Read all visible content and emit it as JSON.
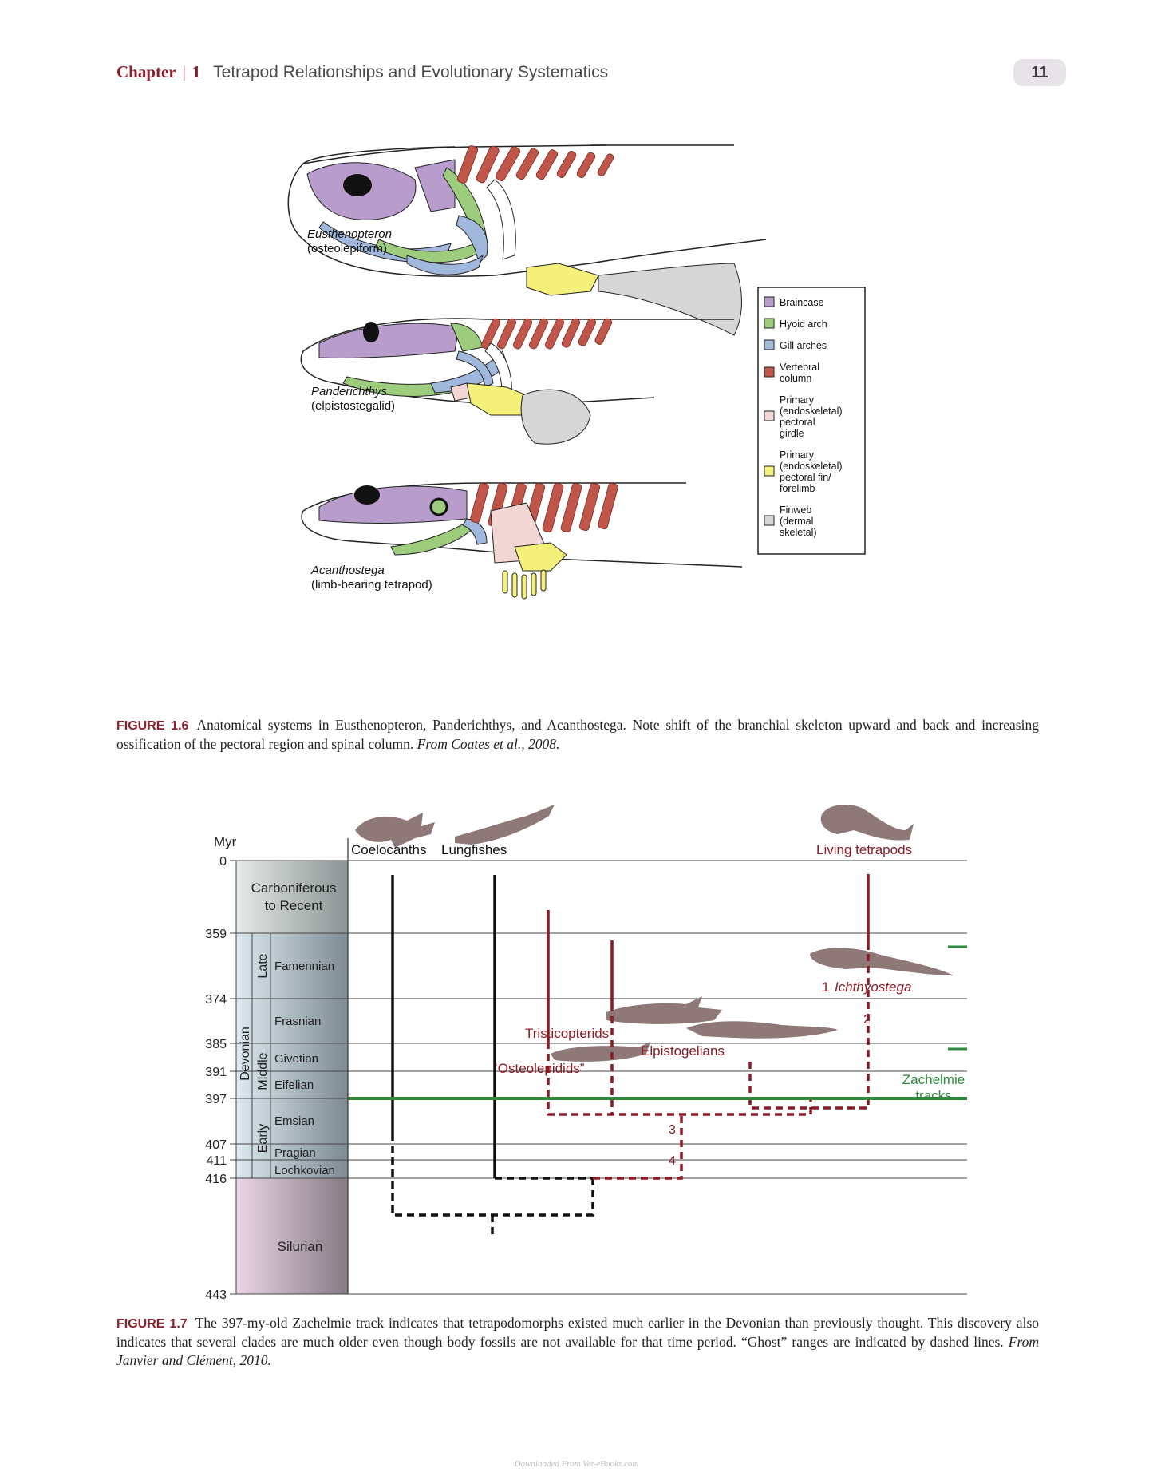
{
  "header": {
    "chapter_label": "Chapter",
    "chapter_number": "1",
    "title": "Tetrapod Relationships and Evolutionary Systematics",
    "page_number": "11"
  },
  "figure_1_6": {
    "specimens": [
      {
        "name": "Eusthenopteron",
        "group": "(osteolepiform)"
      },
      {
        "name": "Panderichthys",
        "group": "(elpistostegalid)"
      },
      {
        "name": "Acanthostega",
        "group": "(limb-bearing tetrapod)"
      }
    ],
    "legend": [
      {
        "lines": [
          "Braincase"
        ],
        "color": "#b79ccc"
      },
      {
        "lines": [
          "Hyoid arch"
        ],
        "color": "#9ccc7c"
      },
      {
        "lines": [
          "Gill arches"
        ],
        "color": "#9fb8dc"
      },
      {
        "lines": [
          "Vertebral",
          "column"
        ],
        "color": "#c0564a"
      },
      {
        "lines": [
          "Primary",
          "(endoskeletal)",
          "pectoral",
          "girdle"
        ],
        "color": "#f1d6d4"
      },
      {
        "lines": [
          "Primary",
          "(endoskeletal)",
          "pectoral fin/",
          "forelimb"
        ],
        "color": "#f4f07a"
      },
      {
        "lines": [
          "Finweb",
          "(dermal",
          "skeletal)"
        ],
        "color": "#d6d6d6"
      }
    ],
    "caption_label": "FIGURE 1.6",
    "caption_text": "Anatomical systems in Eusthenopteron, Panderichthys, and Acanthostega. Note shift of the branchial skeleton upward and back and increasing ossification of the pectoral region and spinal column.",
    "caption_source": "From Coates et al., 2008."
  },
  "figure_1_7": {
    "axis_label": "Myr",
    "ticks": [
      "0",
      "359",
      "374",
      "385",
      "391",
      "397",
      "407",
      "411",
      "416",
      "443"
    ],
    "periods": {
      "carboniferous": [
        "Carboniferous",
        "to Recent"
      ],
      "devonian": "Devonian",
      "late": "Late",
      "middle": "Middle",
      "early": "Early",
      "silurian": "Silurian"
    },
    "stages": [
      "Famennian",
      "Frasnian",
      "Givetian",
      "Eifelian",
      "Emsian",
      "Pragian",
      "Lochkovian"
    ],
    "taxa": {
      "coelacanths": "Coelocanths",
      "lungfishes": "Lungfishes",
      "living_tetrapods": "Living tetrapods",
      "ichthyostega_num": "1",
      "ichthyostega": "Ichthyostega",
      "tristicopterids": "Tristicopterids",
      "elpistogelians": "Elpistogelians",
      "osteolepidids": "‘Osteolepidids”",
      "zachelmie": [
        "Zachelmie",
        "tracks"
      ]
    },
    "nodes": [
      "2",
      "3",
      "4"
    ],
    "colors": {
      "red": "#8b1c24",
      "green": "#2c8a3a",
      "black": "#111111",
      "silhouette": "#8f7878"
    },
    "caption_label": "FIGURE 1.7",
    "caption_text": "The 397-my-old Zachelmie track indicates that tetrapodomorphs existed much earlier in the Devonian than previously thought. This discovery also indicates that several clades are much older even though body fossils are not available for that time period. “Ghost” ranges are indicated by dashed lines.",
    "caption_source": "From Janvier and Clément, 2010."
  },
  "footer": "Downloaded From Vet-eBooks.com"
}
